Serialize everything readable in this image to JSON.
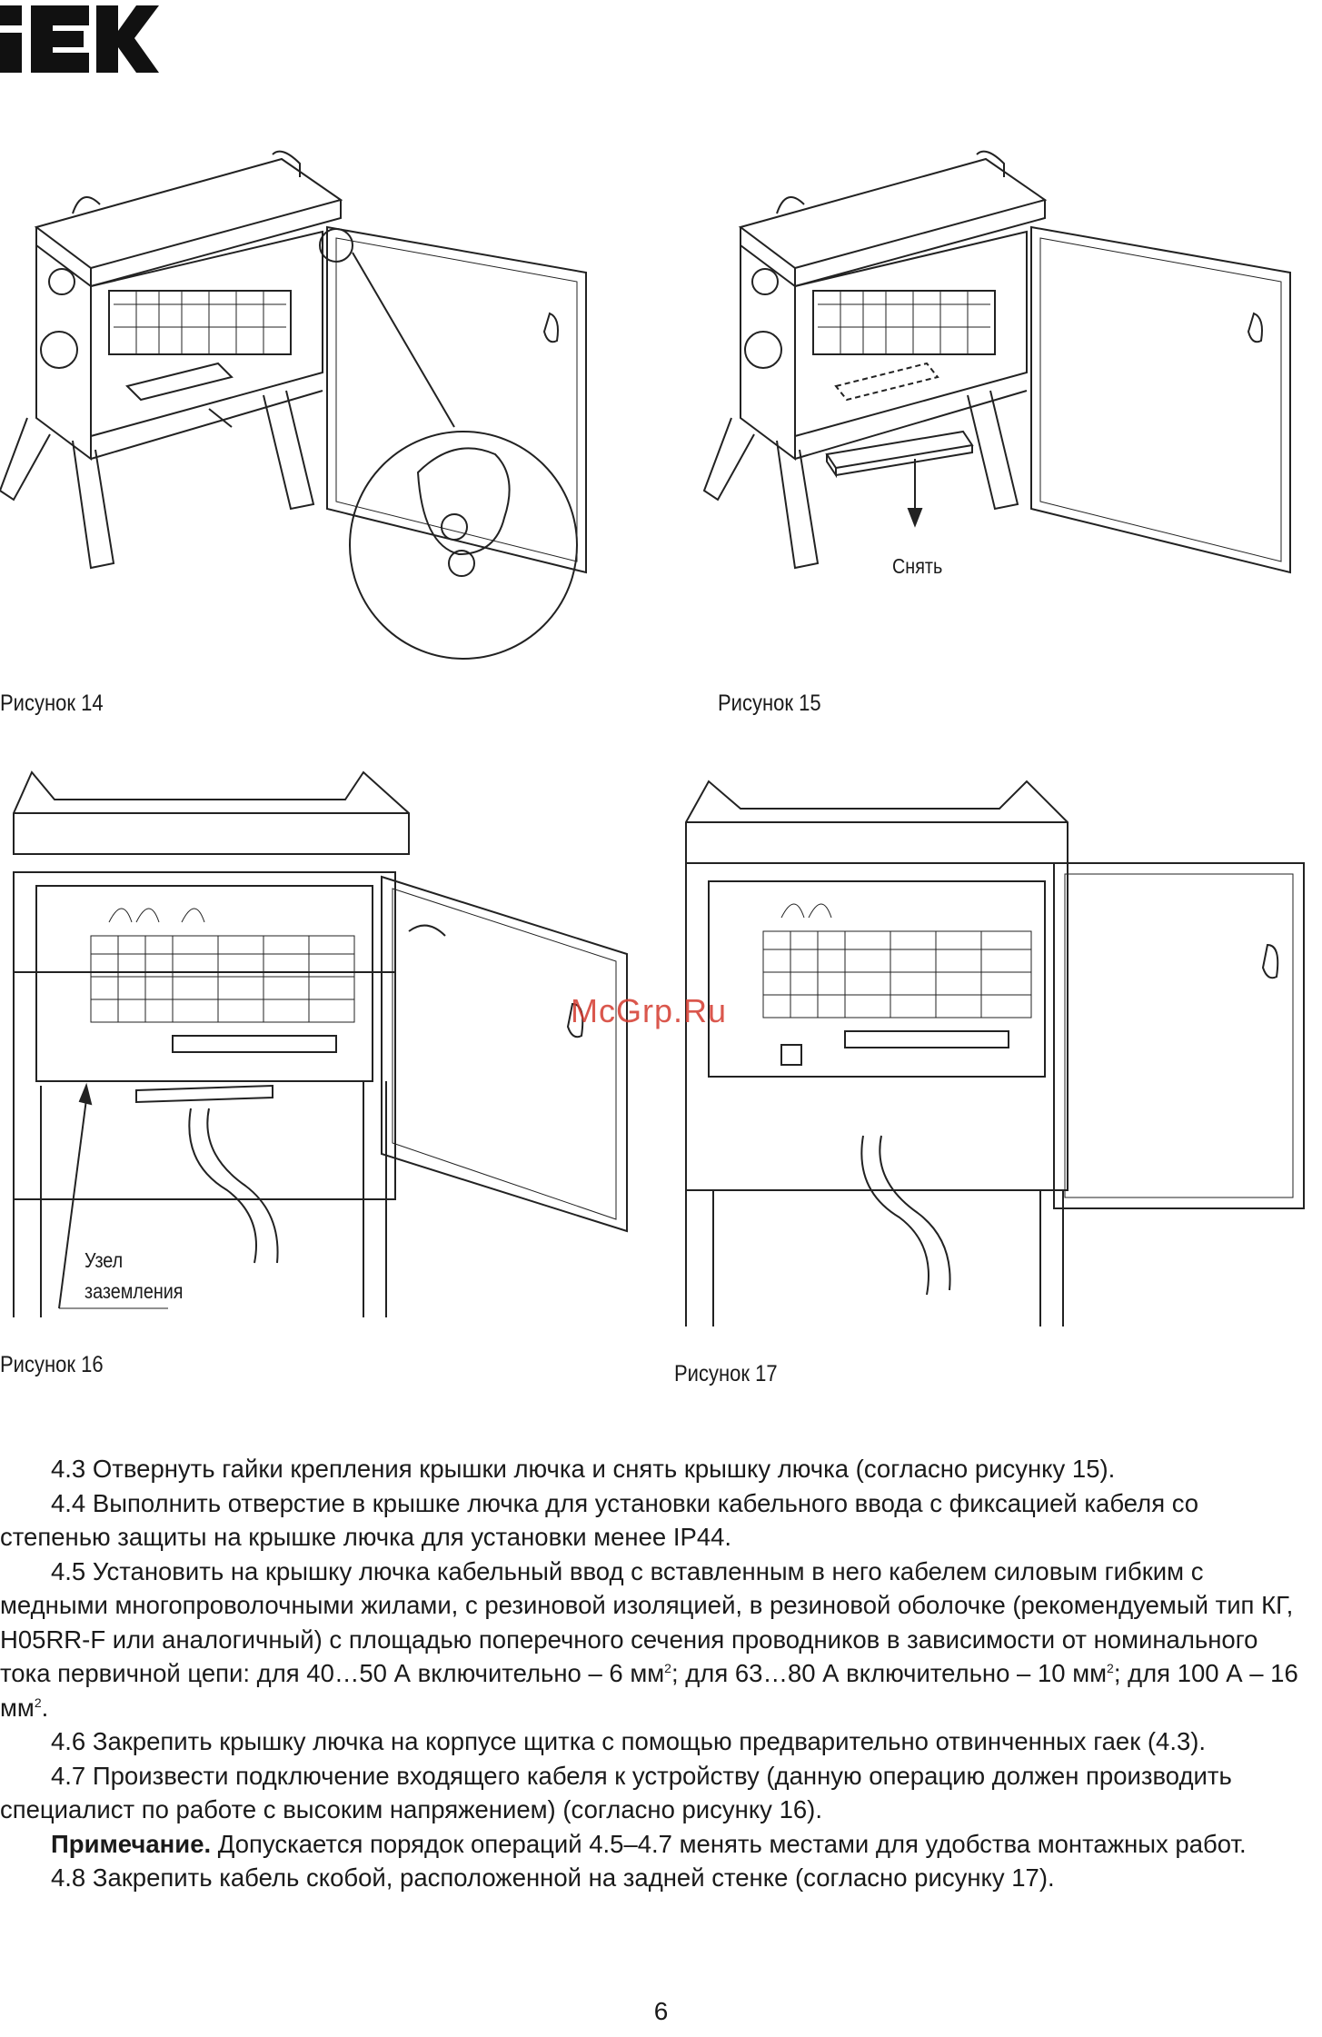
{
  "brand": {
    "logo_text": "IEK"
  },
  "watermark": "McGrp.Ru",
  "figures": {
    "fig14": {
      "caption": "Рисунок 14"
    },
    "fig15": {
      "caption": "Рисунок 15",
      "callout": "Снять"
    },
    "fig16": {
      "caption": "Рисунок 16",
      "callout_line1": "Узел",
      "callout_line2": "заземления"
    },
    "fig17": {
      "caption": "Рисунок 17"
    }
  },
  "paragraphs": {
    "p43": "4.3  Отвернуть гайки крепления крышки лючка и снять крышку лючка (согласно рисунку 15).",
    "p44": "4.4  Выполнить отверстие в крышке лючка для установки кабельного ввода с фиксацией кабеля со степенью защиты на крышке лючка для установки менее IP44.",
    "p45_a": "4.5  Установить на крышку лючка кабельный ввод с вставленным в него кабелем силовым гибким с медными многопроволочными жилами, с резиновой изоляцией, в резиновой оболочке (рекомендуемый тип КГ, H05RR-F или аналогичный) с площадью поперечного сечения проводников в зависимости от номинального тока первичной цепи: для 40…50 А включительно – 6 мм",
    "p45_b": "; для 63…80 А включительно – 10 мм",
    "p45_c": "; для 100 А – 16 мм",
    "p45_d": ".",
    "sup2": "2",
    "p46": "4.6  Закрепить крышку лючка на корпусе щитка с помощью предварительно отвинченных гаек (4.3).",
    "p47": "4.7  Произвести подключение входящего кабеля к устройству (данную операцию должен производить специалист по работе с высоким напряжением) (согласно рисунку 16).",
    "note_label": "Примечание.",
    "note_text": " Допускается порядок операций 4.5–4.7 менять местами для удобства монтажных работ.",
    "p48": "4.8  Закрепить кабель скобой, расположенной на задней стенке (согласно рисунку 17)."
  },
  "page_number": "6"
}
